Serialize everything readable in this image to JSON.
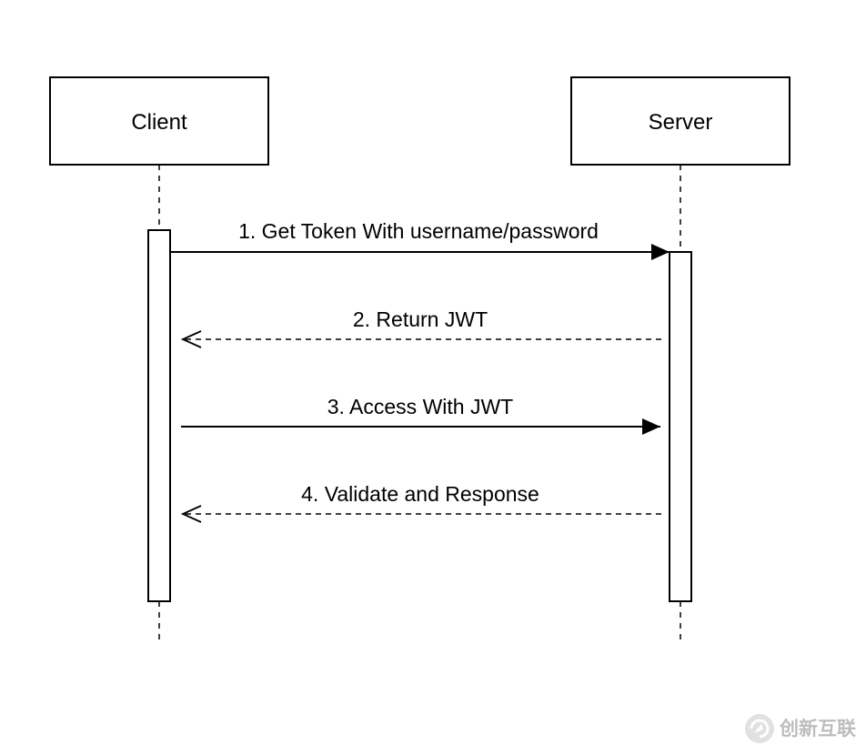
{
  "participants": [
    {
      "id": "client",
      "label": "Client"
    },
    {
      "id": "server",
      "label": "Server"
    }
  ],
  "messages": [
    {
      "id": "m1",
      "label": "1. Get Token With username/password",
      "style": "solid",
      "arrow": "filled"
    },
    {
      "id": "m2",
      "label": "2. Return JWT",
      "style": "dashed",
      "arrow": "open"
    },
    {
      "id": "m3",
      "label": "3. Access With JWT",
      "style": "solid",
      "arrow": "filled"
    },
    {
      "id": "m4",
      "label": "4. Validate and Response",
      "style": "dashed",
      "arrow": "open"
    }
  ],
  "watermark": {
    "text": "创新互联",
    "icon": "chuangxin-logo-icon"
  },
  "colors": {
    "line": "#000000",
    "background": "#ffffff",
    "watermark": "#a8a8a8"
  }
}
